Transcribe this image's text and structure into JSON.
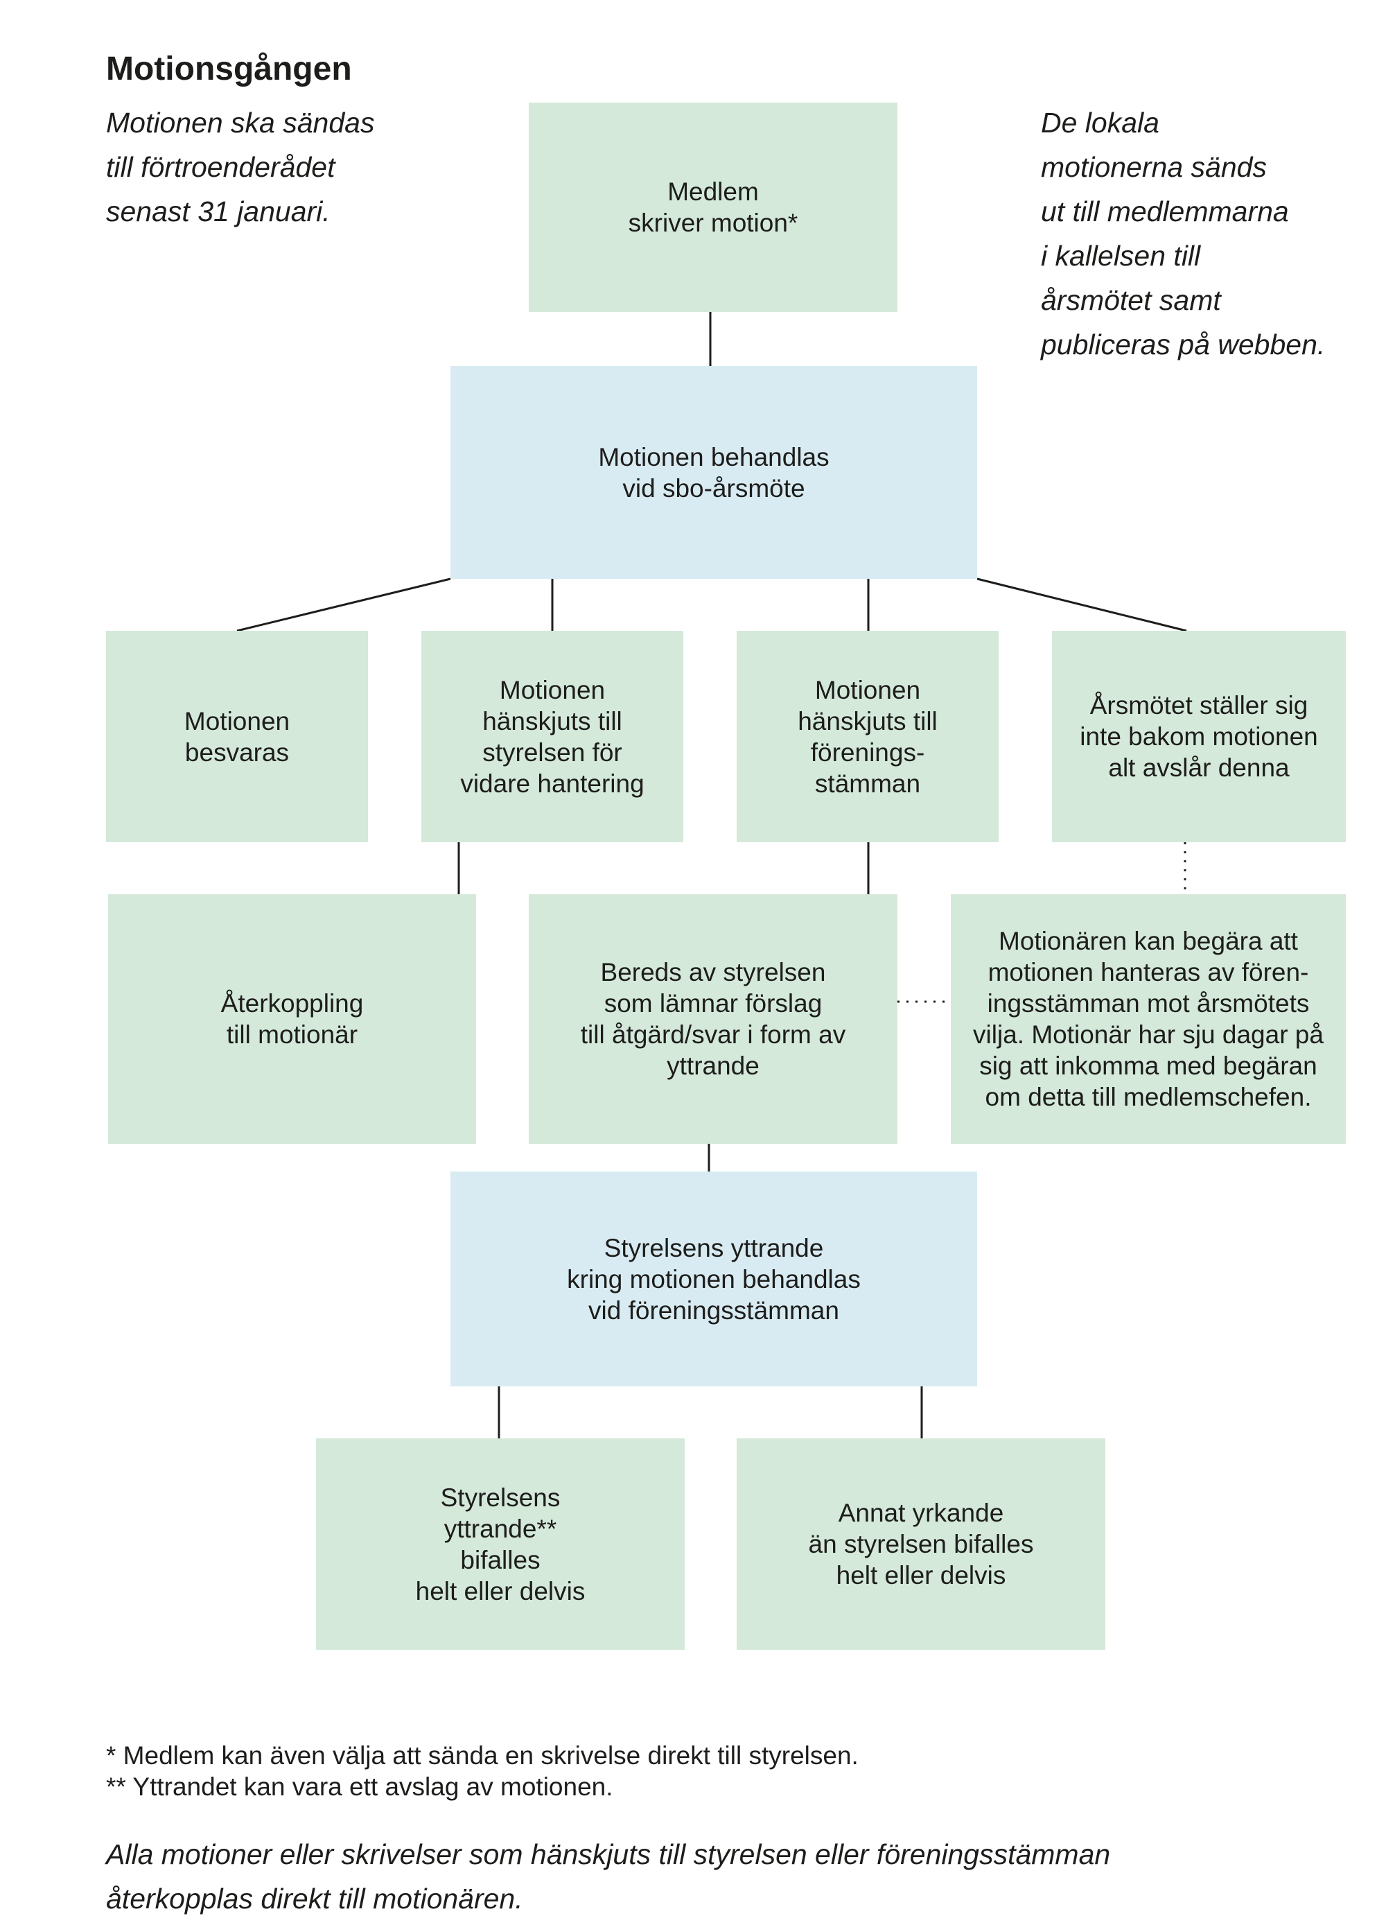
{
  "title": "Motionsgången",
  "note_left": "Motionen ska sändas\ntill förtroenderådet\nsenast 31 januari.",
  "note_right": "De lokala\nmotionerna sänds\nut till medlemmarna\ni kallelsen till\nårsmötet samt\npubliceras på webben.",
  "boxes": {
    "medlem": "Medlem\nskriver motion*",
    "behandlas": "Motionen behandlas\nvid sbo-årsmöte",
    "besvaras": "Motionen\nbesvaras",
    "hanskjuts_styrelsen": "Motionen\nhänskjuts till\nstyrelsen för\nvidare hantering",
    "hanskjuts_stamman": "Motionen\nhänskjuts till\nförenings-\nstämman",
    "avslar": "Årsmötet ställer sig\ninte bakom motionen\nalt avslår denna",
    "aterkoppling": "Återkoppling\ntill motionär",
    "bereds": "Bereds av styrelsen\nsom lämnar förslag\ntill åtgärd/svar i form av\nyttrande",
    "motionaren_begara": "Motionären kan begära att\nmotionen hanteras av fören-\ningsstämman mot årsmötets\nvilja. Motionär har sju dagar på\nsig att inkomma med begäran\nom detta till medlemschefen.",
    "yttrande_behandlas": "Styrelsens yttrande\nkring motionen behandlas\nvid föreningsstämman",
    "bifalles": "Styrelsens\nyttrande**\nbifalles\nhelt eller delvis",
    "annat_yrkande": "Annat yrkande\nän styrelsen bifalles\nhelt eller delvis"
  },
  "footnotes": "* Medlem kan även välja att sända en skrivelse direkt till styrelsen.\n** Yttrandet kan vara ett avslag av motionen.",
  "closing": "Alla motioner eller skrivelser som hänskjuts till styrelsen eller föreningsstämman\nåterkopplas direkt till motionären.",
  "colors": {
    "green": "#d4e9da",
    "blue": "#d8ebf2",
    "line": "#1d1d1b"
  }
}
